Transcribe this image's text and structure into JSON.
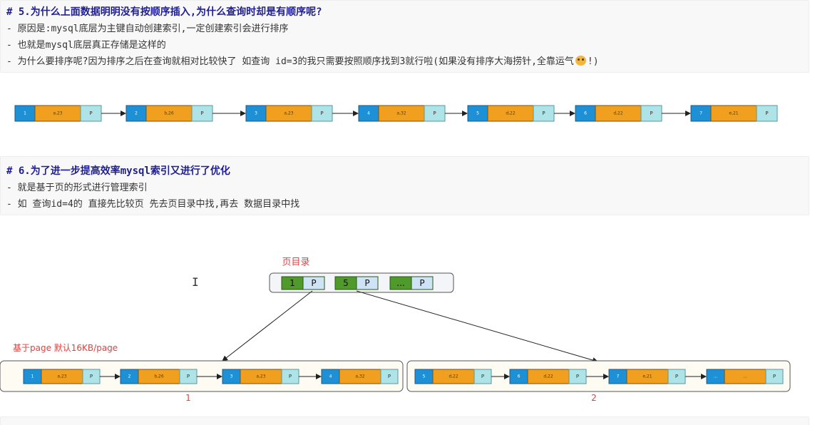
{
  "section5": {
    "heading": "# 5.为什么上面数据明明没有按顺序插入,为什么查询时却是有顺序呢?",
    "lines": [
      "- 原因是:mysql底层为主键自动创建索引,一定创建索引会进行排序",
      "- 也就是mysql底层真正存储是这样的",
      "- 为什么要排序呢?因为排序之后在查询就相对比较快了 如查询 id=3的我只需要按照顺序找到3就行啦(如果没有排序大海捞针,全靠运气",
      "!)"
    ],
    "emoji_icon": "cat-face-emoji"
  },
  "chain1": {
    "nodes": [
      {
        "id": "1",
        "val": "a,23",
        "ptr": "P"
      },
      {
        "id": "2",
        "val": "b,26",
        "ptr": "P"
      },
      {
        "id": "3",
        "val": "a,23",
        "ptr": "P"
      },
      {
        "id": "4",
        "val": "a,32",
        "ptr": "P"
      },
      {
        "id": "5",
        "val": "d,22",
        "ptr": "P"
      },
      {
        "id": "6",
        "val": "d,22",
        "ptr": "P"
      },
      {
        "id": "7",
        "val": "e,21",
        "ptr": "P"
      }
    ]
  },
  "section6": {
    "heading": "# 6.为了进一步提高效率mysql索引又进行了优化",
    "lines": [
      "-  就是基于页的形式进行管理索引",
      "-  如 查询id=4的 直接先比较页 先去页目录中找,再去 数据目录中找"
    ]
  },
  "diagram": {
    "dir_label": "页目录",
    "dir_entries": [
      {
        "id": "1",
        "ptr": "P"
      },
      {
        "id": "5",
        "ptr": "P"
      },
      {
        "id": "...",
        "ptr": "P"
      }
    ],
    "page_label": "基于page 默认16KB/page",
    "page1_num": "1",
    "page2_num": "2",
    "page1_nodes": [
      {
        "id": "1",
        "val": "a,23",
        "ptr": "P"
      },
      {
        "id": "2",
        "val": "b,26",
        "ptr": "P"
      },
      {
        "id": "3",
        "val": "a,23",
        "ptr": "P"
      },
      {
        "id": "4",
        "val": "a,32",
        "ptr": "P"
      }
    ],
    "page2_nodes": [
      {
        "id": "5",
        "val": "d,22",
        "ptr": "P"
      },
      {
        "id": "6",
        "val": "d,22",
        "ptr": "P"
      },
      {
        "id": "7",
        "val": "e,21",
        "ptr": "P"
      },
      {
        "id": "...",
        "val": "...",
        "ptr": "P"
      }
    ]
  },
  "colors": {
    "id_cell": "#1e90d6",
    "val_cell": "#f0a01e",
    "ptr_cell": "#aee3e8",
    "dir_green": "#4f9a2a",
    "dir_ptr": "#cfe3f7",
    "red_label": "#e04040",
    "heading": "#1f1f8f"
  }
}
